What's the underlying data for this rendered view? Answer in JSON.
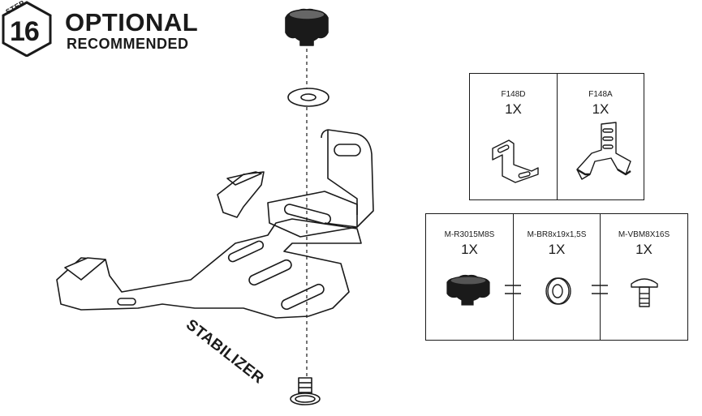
{
  "header": {
    "step_label": "STEP",
    "step_number": "16",
    "title": "OPTIONAL",
    "subtitle": "RECOMMENDED"
  },
  "diagram": {
    "part_label": "STABILIZER"
  },
  "parts_top": [
    {
      "code": "F148D",
      "qty": "1X",
      "icon": "bracket-icon"
    },
    {
      "code": "F148A",
      "qty": "1X",
      "icon": "clamp-icon"
    }
  ],
  "parts_bottom": [
    {
      "code": "M-R3015M8S",
      "qty": "1X",
      "icon": "knob-icon"
    },
    {
      "code": "M-BR8x19x1,5S",
      "qty": "1X",
      "icon": "washer-icon"
    },
    {
      "code": "M-VBM8X16S",
      "qty": "1X",
      "icon": "bolt-icon"
    }
  ]
}
